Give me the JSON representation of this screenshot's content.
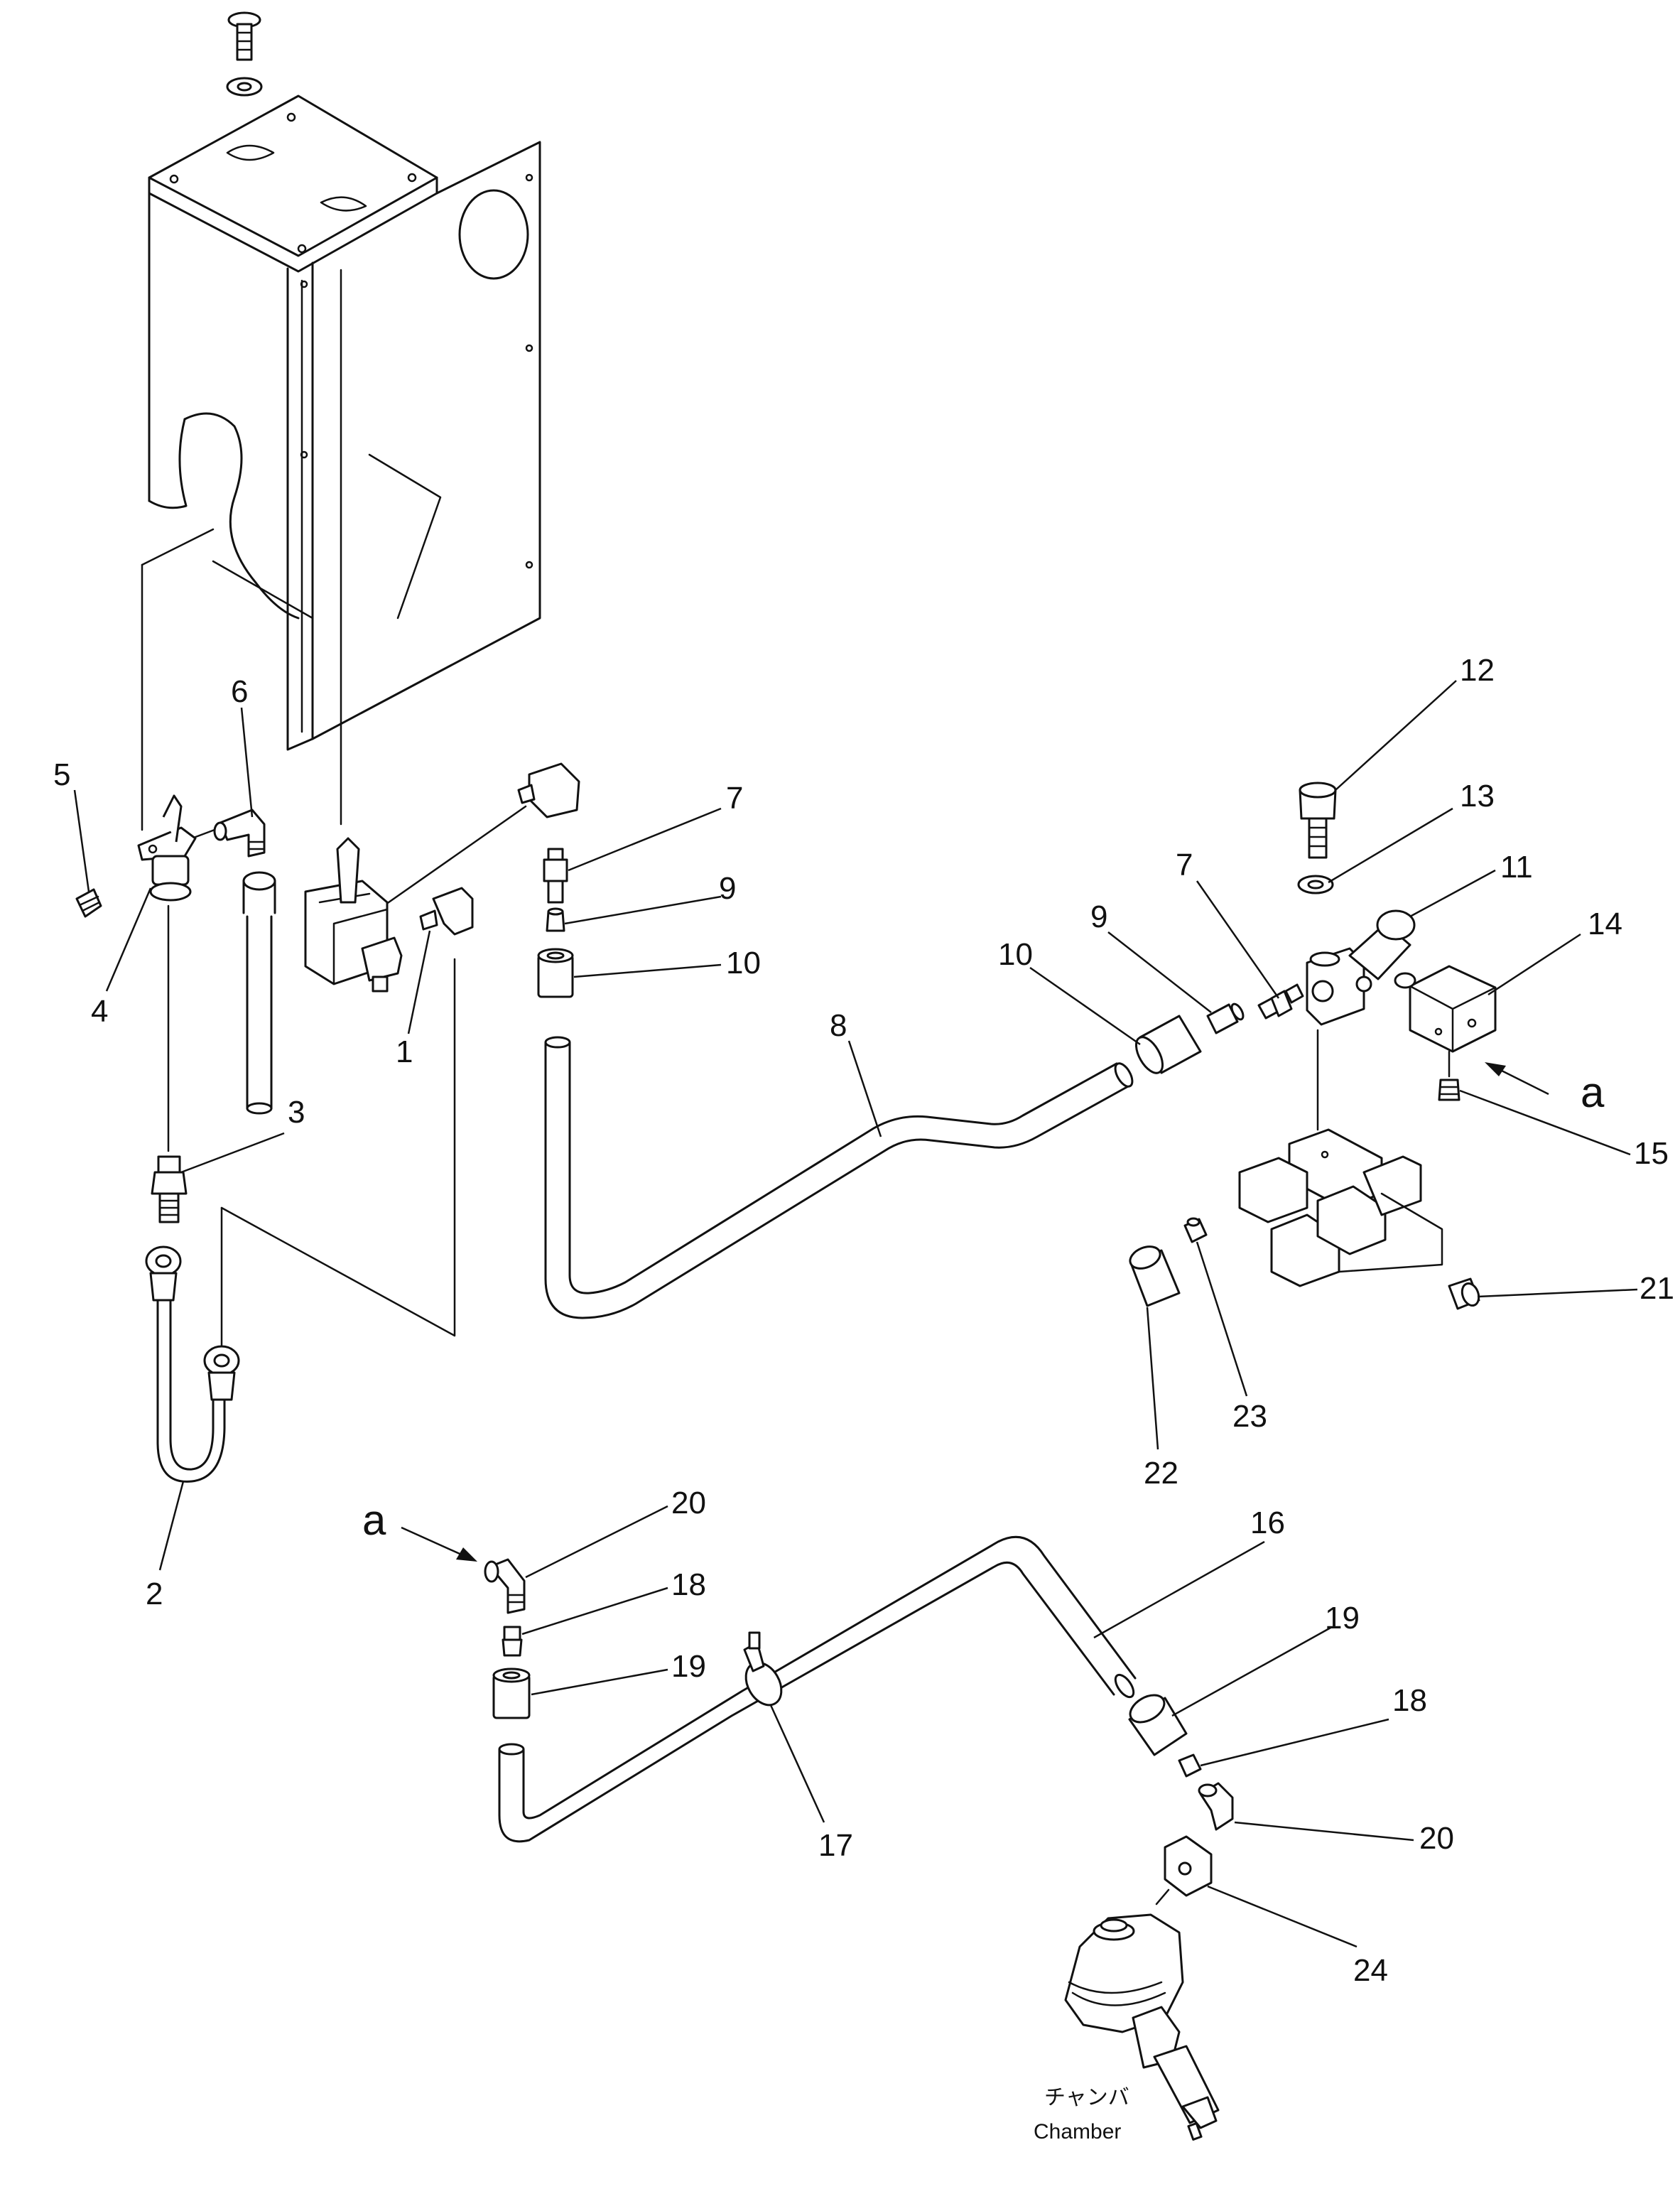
{
  "callouts": {
    "c1": "1",
    "c2": "2",
    "c3": "3",
    "c4": "4",
    "c5": "5",
    "c6": "6",
    "c7a": "7",
    "c7b": "7",
    "c8": "8",
    "c9a": "9",
    "c9b": "9",
    "c10a": "10",
    "c10b": "10",
    "c11": "11",
    "c12": "12",
    "c13": "13",
    "c14": "14",
    "c15": "15",
    "c16": "16",
    "c17": "17",
    "c18a": "18",
    "c18b": "18",
    "c19a": "19",
    "c19b": "19",
    "c20a": "20",
    "c20b": "20",
    "c21": "21",
    "c22": "22",
    "c23": "23",
    "c24": "24"
  },
  "view_markers": {
    "a_right": "a",
    "a_left": "a"
  },
  "chamber_label": {
    "jp": "チャンバ",
    "en": "Chamber"
  }
}
